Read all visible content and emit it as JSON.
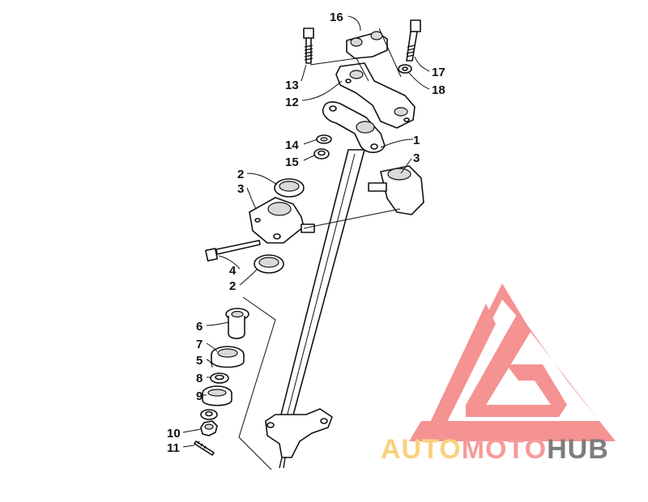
{
  "callouts": {
    "c1": "1",
    "c2a": "2",
    "c2b": "2",
    "c3a": "3",
    "c3b": "3",
    "c4": "4",
    "c5": "5",
    "c6": "6",
    "c7": "7",
    "c8": "8",
    "c9": "9",
    "c10": "10",
    "c11": "11",
    "c12": "12",
    "c13": "13",
    "c14": "14",
    "c15": "15",
    "c16": "16",
    "c17": "17",
    "c18": "18"
  },
  "watermark": {
    "part1": "AUTO",
    "part2": "MOTO",
    "part3": "HUB",
    "color1": "#f9d27e",
    "color2": "#f79a9a",
    "color3": "#7d7d7d",
    "logo_color": "#f47f7f"
  }
}
